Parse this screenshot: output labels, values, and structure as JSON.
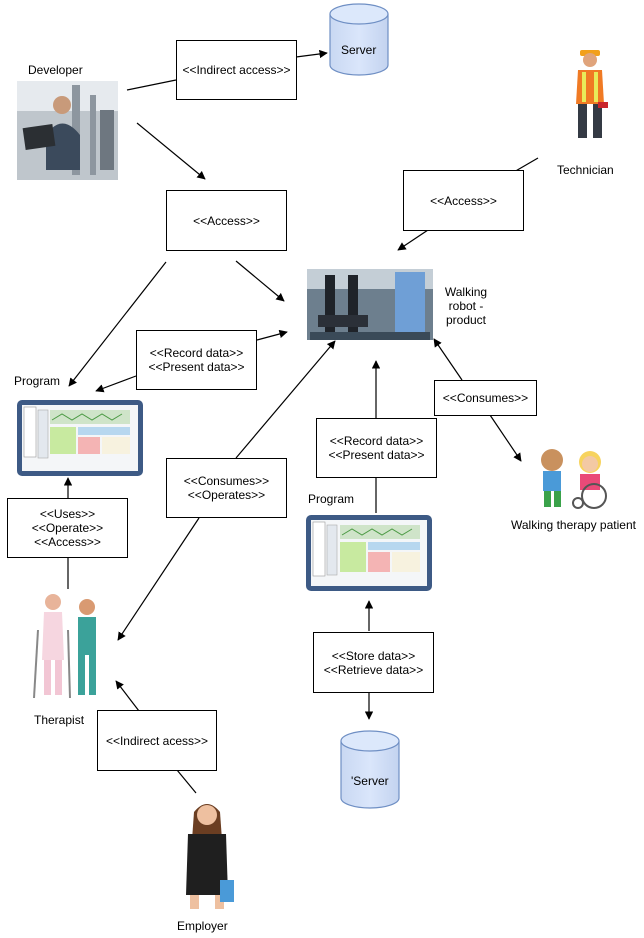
{
  "actors": {
    "developer": "Developer",
    "technician": "Technician",
    "therapist": "Therapist",
    "employer": "Employer",
    "patient": "Walking therapy patient"
  },
  "nodes": {
    "server_top": "Server",
    "server_bottom": "'Server",
    "robot": "Walking robot - product",
    "program_left": "Program",
    "program_right": "Program"
  },
  "relations": {
    "indirect_access": "<<Indirect access>>",
    "access_dev": "<<Access>>",
    "access_tech": "<<Access>>",
    "record_present_left": [
      "<<Record data>>",
      "<<Present data>>"
    ],
    "record_present_right": [
      "<<Record data>>",
      "<<Present data>>"
    ],
    "consumes": "<<Consumes>>",
    "consumes_operates": [
      "<<Consumes>>",
      "<<Operates>>"
    ],
    "uses_operate_access": [
      "<<Uses>>",
      "<<Operate>>",
      "<<Access>>"
    ],
    "store_retrieve": [
      "<<Store data>>",
      "<<Retrieve data>>"
    ],
    "indirect_acess": "<<Indirect acess>>"
  }
}
